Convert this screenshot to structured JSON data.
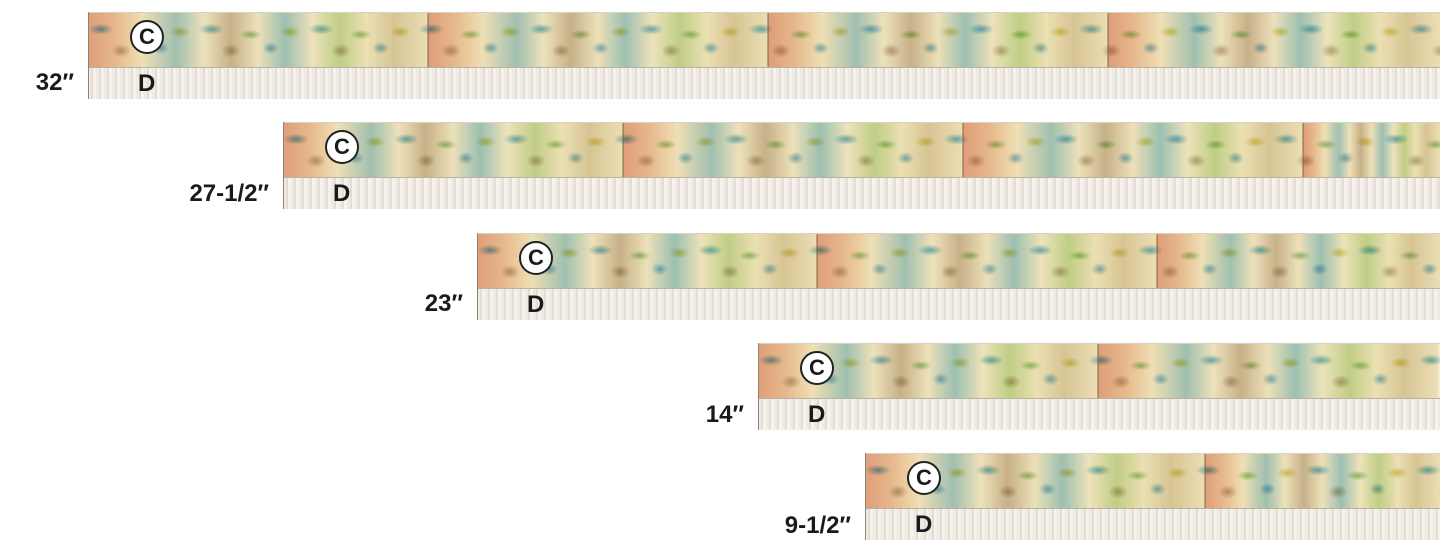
{
  "strips": [
    {
      "length_label": "32″",
      "piece_top": "C",
      "piece_bottom": "D",
      "segments": 4
    },
    {
      "length_label": "27-1/2″",
      "piece_top": "C",
      "piece_bottom": "D",
      "segments": 4
    },
    {
      "length_label": "23″",
      "piece_top": "C",
      "piece_bottom": "D",
      "segments": 3
    },
    {
      "length_label": "14″",
      "piece_top": "C",
      "piece_bottom": "D",
      "segments": 2
    },
    {
      "length_label": "9-1/2″",
      "piece_top": "C",
      "piece_bottom": "D",
      "segments": 2
    }
  ],
  "colors": {
    "fabric_c_base": "#f4eccf",
    "fabric_d_base": "#ece7df",
    "label_text": "#1a1a1a"
  }
}
